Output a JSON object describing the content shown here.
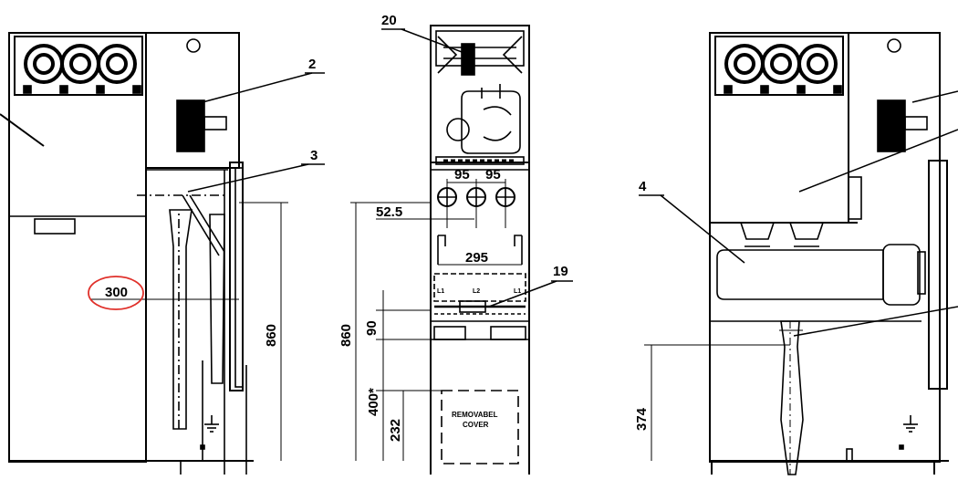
{
  "callouts": {
    "c2": "2",
    "c3": "3",
    "c4": "4",
    "c19": "19",
    "c20": "20"
  },
  "dimensions": {
    "d300": "300",
    "d860_left": "860",
    "d95a": "95",
    "d95b": "95",
    "d52_5": "52.5",
    "d295": "295",
    "d860_mid": "860",
    "d90": "90",
    "d400": "400*",
    "d232": "232",
    "d374": "374"
  },
  "labels": {
    "phase_l1": "L1",
    "phase_l2": "L2",
    "phase_l3": "L1",
    "removable_1": "REMOVABEL",
    "removable_2": "COVER"
  },
  "highlight_color": "#e0302a"
}
